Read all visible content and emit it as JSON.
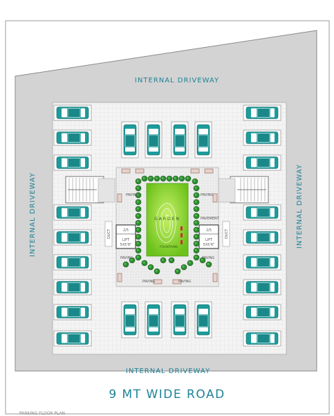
{
  "labels": {
    "driveway_top": "INTERNAL DRIVEWAY",
    "driveway_bottom": "INTERNAL DRIVEWAY",
    "driveway_left": "INTERNAL DRIVEWAY",
    "driveway_right": "INTERNAL DRIVEWAY",
    "road": "9 MT WIDE ROAD",
    "garden": "GARDEN",
    "fountains": "FOUNTAINS",
    "paving": "PAVING",
    "pavement": "PAVEMENT",
    "lift_left": "LIFT",
    "lift_right": "LIFT",
    "lift_size": "5X5'6\"",
    "duct": "DUCT",
    "footer": "PARKING FLOOR PLAN"
  },
  "colors": {
    "driveway": "#d3d3d3",
    "tile": "#f2f2f2",
    "car_body": "#1e9b9b",
    "garden": "#7bd322",
    "shrub": "#2e7d32",
    "label": "#1e8296"
  }
}
